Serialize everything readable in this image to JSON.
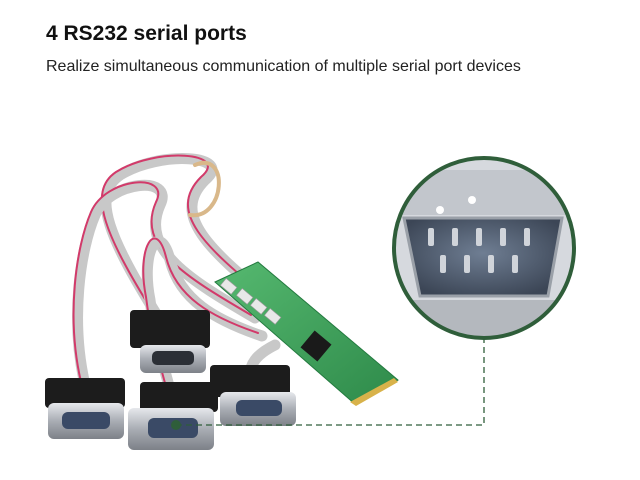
{
  "header": {
    "title": "4 RS232 serial ports",
    "subtitle": "Realize simultaneous communication of multiple serial port devices"
  },
  "colors": {
    "callout_ring": "#2f5e3a",
    "pcb": "#3aa25a",
    "ribbon_cable": "#c8c8c8",
    "ribbon_stripe": "#d23a6a",
    "connector_body": "#1c1c1c",
    "connector_metal": "#b9bcc2"
  },
  "image": {
    "subject": "m2-to-4-rs232-card-photo"
  }
}
